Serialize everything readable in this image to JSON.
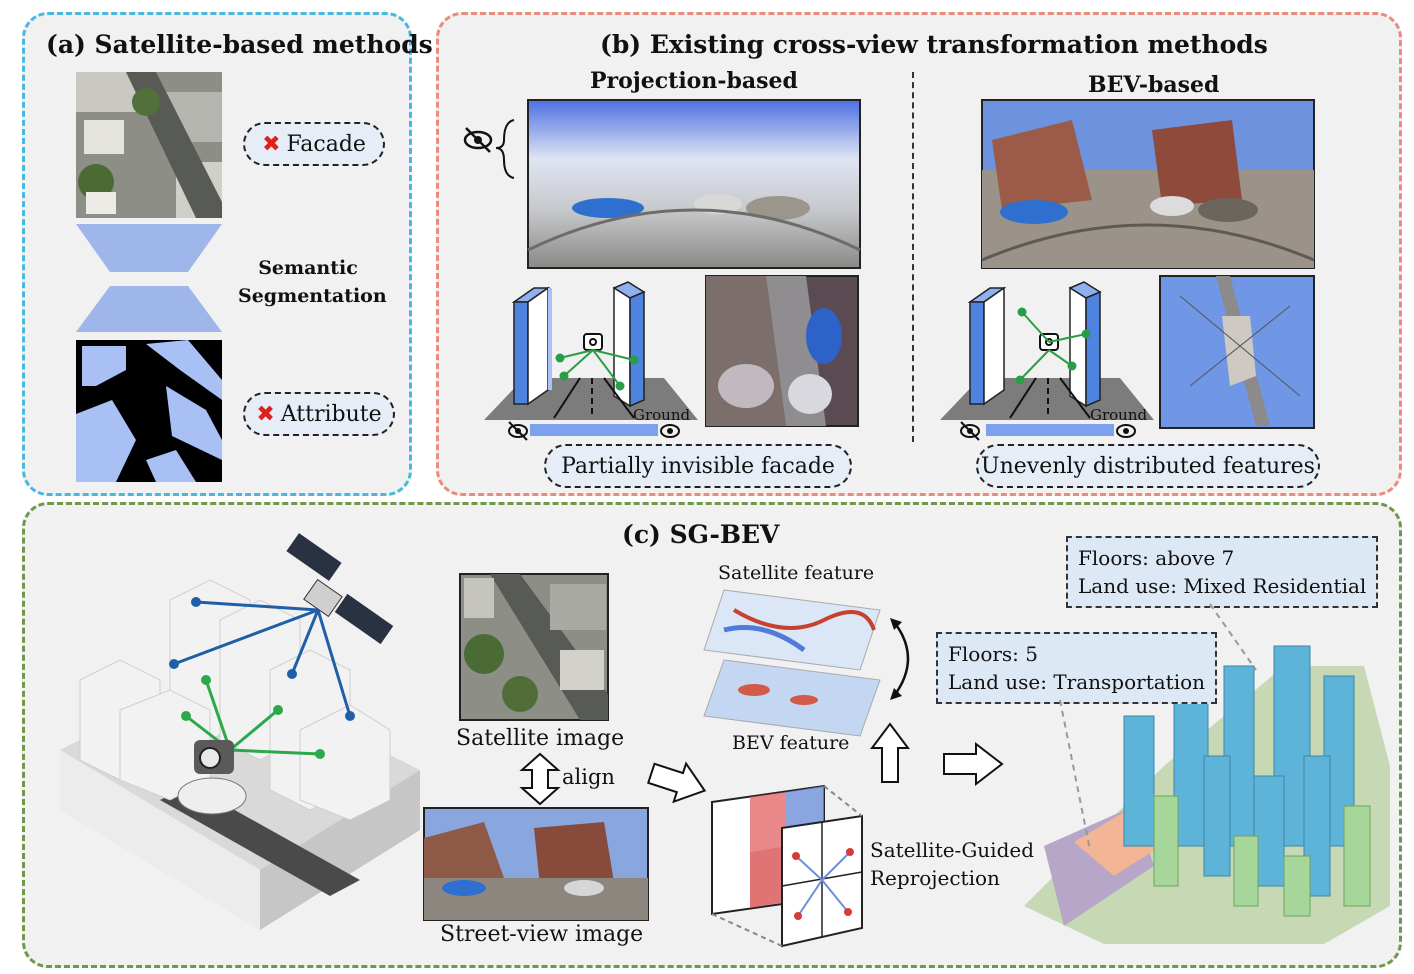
{
  "panel_a": {
    "title": "(a) Satellite-based methods",
    "process_label": "Semantic\nSegmentation",
    "pill_facade": {
      "icon": "cross-icon",
      "label": "Facade"
    },
    "pill_attribute": {
      "icon": "cross-icon",
      "label": "Attribute"
    }
  },
  "panel_b": {
    "title": "(b) Existing cross-view transformation methods",
    "left": {
      "title": "Projection-based",
      "ground_label": "Ground",
      "caption": "Partially invisible facade"
    },
    "right": {
      "title": "BEV-based",
      "ground_label": "Ground",
      "caption": "Unevenly distributed features"
    }
  },
  "panel_c": {
    "title": "(c) SG-BEV",
    "satellite_image_label": "Satellite image",
    "align_label": "align",
    "street_view_label": "Street-view image",
    "satellite_feature_label": "Satellite feature",
    "bev_feature_label": "BEV feature",
    "reprojection_label": "Satellite-Guided\nReprojection",
    "info_small": {
      "floors": "Floors: 5",
      "land_use": "Land use: Transportation"
    },
    "info_large": {
      "floors": "Floors: above 7",
      "land_use": "Land use: Mixed Residential"
    }
  },
  "colors": {
    "panel_a_border": "#49b8e0",
    "panel_b_border": "#ec8b7b",
    "panel_c_border": "#6d9a4a",
    "building_blue": "#5b8ee6",
    "segment_blue": "#a9c0f5"
  }
}
